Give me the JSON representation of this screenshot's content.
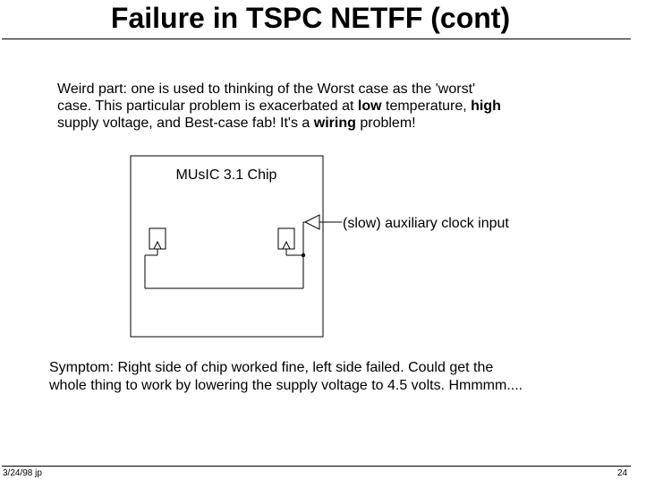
{
  "slide": {
    "title": "Failure in TSPC NETFF (cont)",
    "intro": {
      "line1": "Weird part:  one is used to thinking of the Worst case as the 'worst'",
      "line2_a": "case.  This particular problem is exacerbated at ",
      "line2_b": "low",
      "line2_c": " temperature, ",
      "line2_d": "high",
      "line3_a": "supply voltage, and Best-case fab!  It's a ",
      "line3_b": "wiring",
      "line3_c": " problem!"
    },
    "diagram": {
      "chip_label": "MUsIC 3.1 Chip",
      "clock_label": "(slow) auxiliary clock input"
    },
    "symptom": {
      "line1": "Symptom:  Right side of chip worked fine, left side failed.  Could get the",
      "line2": "whole thing to work by lowering the supply voltage to 4.5 volts.  Hmmmm...."
    },
    "footer": {
      "date_author": "3/24/98 jp",
      "page_number": "24"
    }
  }
}
